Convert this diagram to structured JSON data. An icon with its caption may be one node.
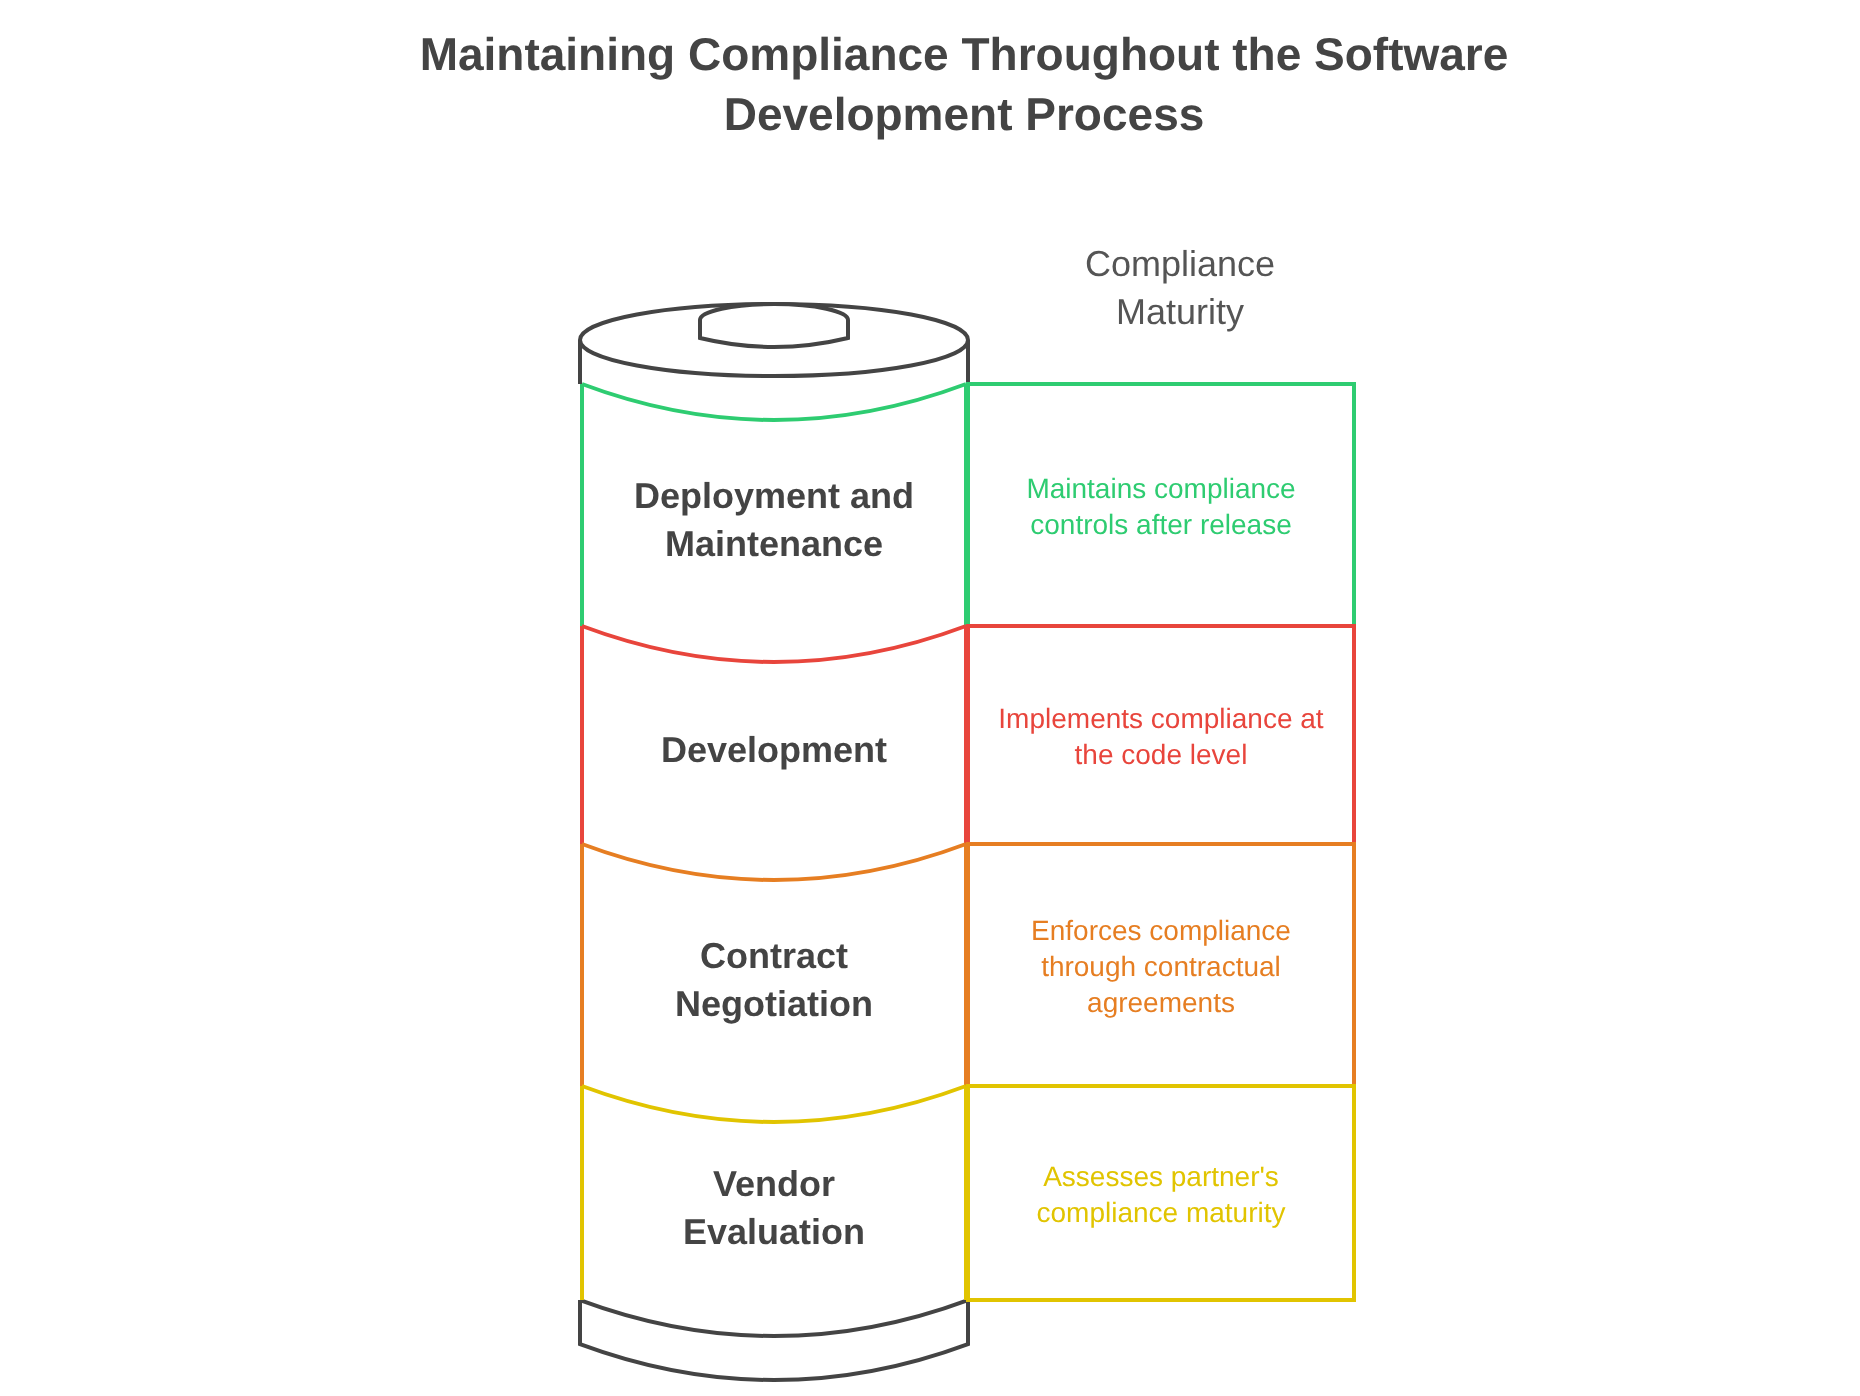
{
  "diagram": {
    "title": "Maintaining Compliance Throughout the Software Development Process",
    "nodes": [
      {
        "text": [
          "Deployment and Maintenance"
        ]
      },
      {
        "text": [
          "Maintains compliance controls after release"
        ]
      },
      {
        "text": [
          "Development"
        ]
      },
      {
        "text": [
          "Implements compliance at the code level"
        ]
      },
      {
        "text": [
          "Contract Negotiation"
        ]
      },
      {
        "text": [
          "Enforces compliance through contractual agreements"
        ]
      },
      {
        "text": [
          "Vendor Evaluation"
        ]
      },
      {
        "text": [
          "Assesses partner's compliance maturity"
        ]
      }
    ],
    "labels": [
      "Compliance Maturity"
    ]
  }
}
